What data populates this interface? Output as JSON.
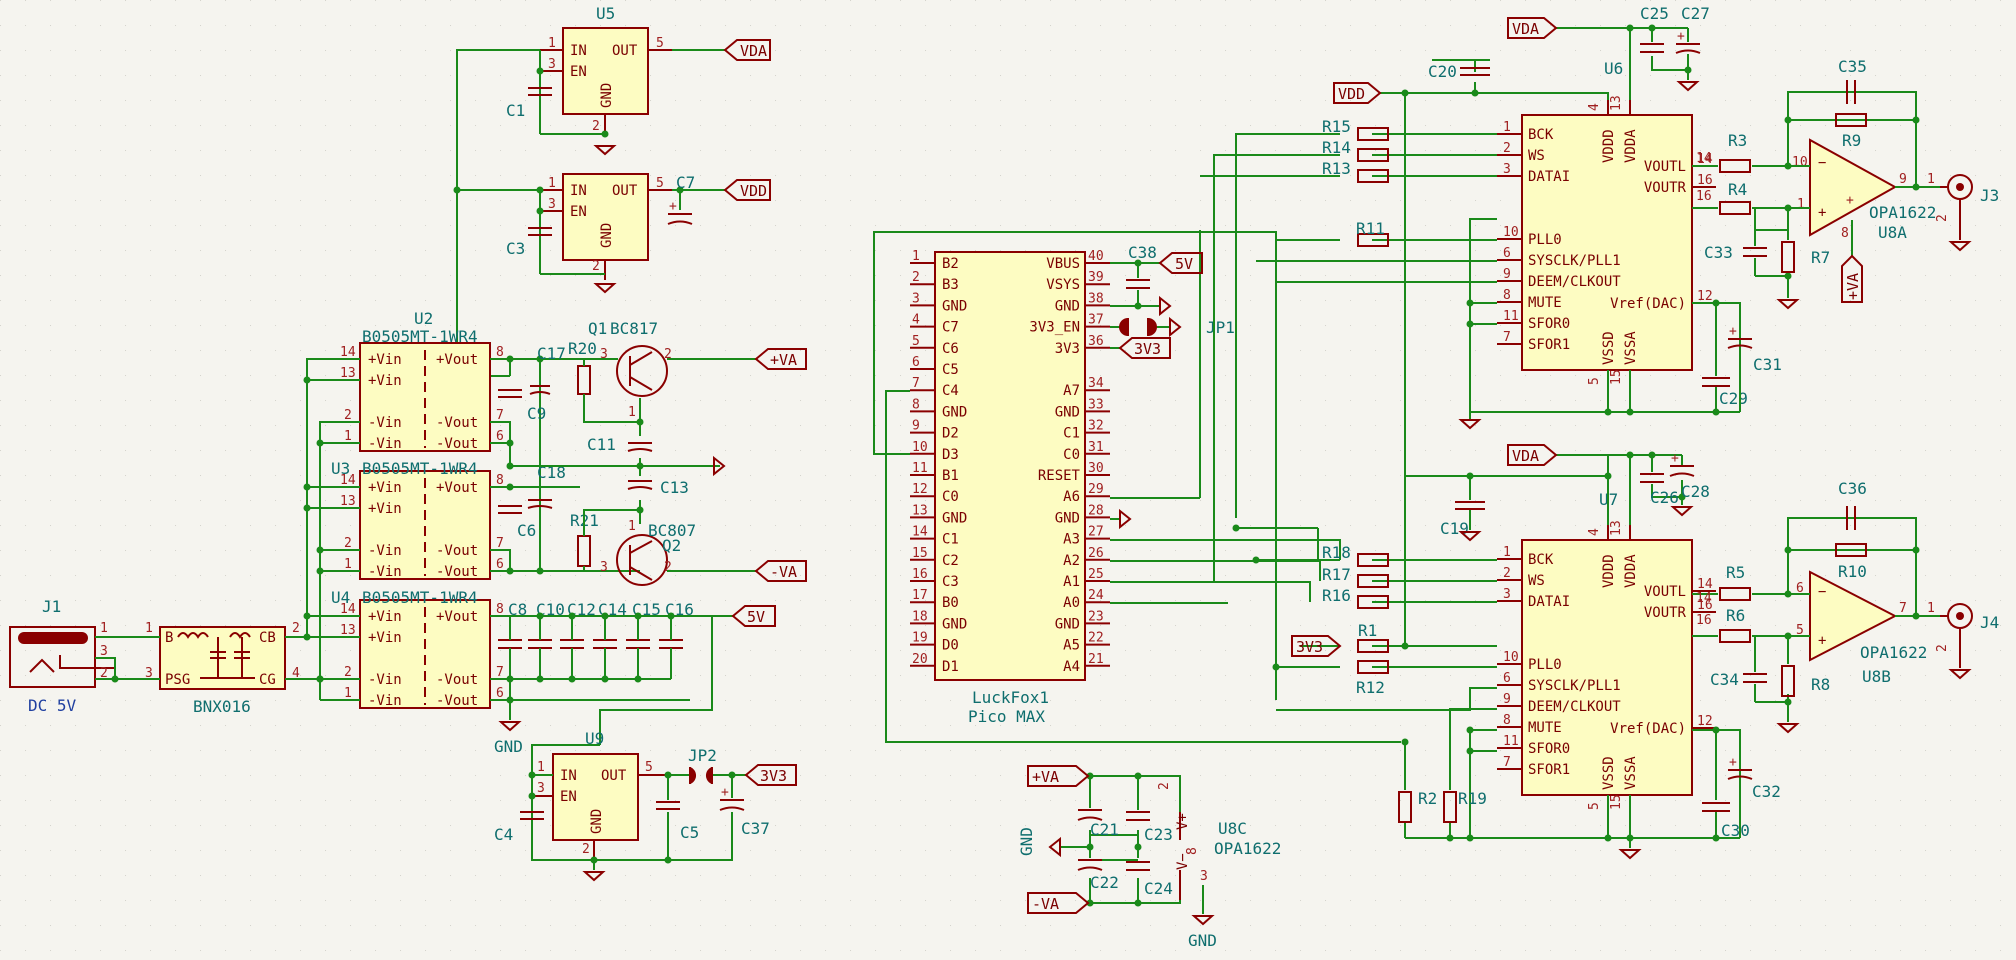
{
  "sheet": {
    "regulators": [
      {
        "ref": "U5",
        "pins": [
          "IN",
          "EN",
          "GND",
          "OUT"
        ],
        "nums": [
          "1",
          "3",
          "2",
          "5"
        ]
      },
      {
        "ref": "",
        "pins": [
          "IN",
          "EN",
          "GND",
          "OUT"
        ],
        "nums": [
          "1",
          "3",
          "2",
          "5"
        ]
      },
      {
        "ref": "U9",
        "pins": [
          "IN",
          "EN",
          "GND",
          "OUT"
        ],
        "nums": [
          "1",
          "3",
          "2",
          "5"
        ]
      }
    ],
    "isolators": [
      {
        "ref": "U2",
        "value": "B0505MT-1WR4"
      },
      {
        "ref": "U3",
        "value": "B0505MT-1WR4"
      },
      {
        "ref": "U4",
        "value": "B0505MT-1WR4"
      }
    ],
    "iso_pins": [
      "+Vin",
      "+Vin",
      "-Vin",
      "-Vin",
      "+Vout",
      "-Vout",
      "-Vout"
    ],
    "iso_nums": [
      "14",
      "13",
      "2",
      "1",
      "8",
      "7",
      "6"
    ],
    "dac_pins_left": [
      "BCK",
      "WS",
      "DATAI",
      "PLL0",
      "SYSCLK/PLL1",
      "DEEM/CLKOUT",
      "MUTE",
      "SFOR0",
      "SFOR1"
    ],
    "dac_nums_left": [
      "1",
      "2",
      "3",
      "10",
      "6",
      "9",
      "8",
      "11",
      "7"
    ],
    "dac_pins_right": [
      "VDDD",
      "VDDA",
      "VOUTL",
      "VOUTR",
      "Vref(DAC)",
      "VSSD",
      "VSSA"
    ],
    "dac_nums": [
      "4",
      "13",
      "14",
      "16",
      "12",
      "5",
      "15"
    ],
    "dacs": [
      {
        "ref": "U6"
      },
      {
        "ref": "U7"
      }
    ],
    "mcu": {
      "ref": "LuckFox1",
      "value": "Pico MAX",
      "left": [
        [
          "1",
          "B2"
        ],
        [
          "2",
          "B3"
        ],
        [
          "3",
          "GND"
        ],
        [
          "4",
          "C7"
        ],
        [
          "5",
          "C6"
        ],
        [
          "6",
          "C5"
        ],
        [
          "7",
          "C4"
        ],
        [
          "8",
          "GND"
        ],
        [
          "9",
          "D2"
        ],
        [
          "10",
          "D3"
        ],
        [
          "11",
          "B1"
        ],
        [
          "12",
          "C0"
        ],
        [
          "13",
          "GND"
        ],
        [
          "14",
          "C1"
        ],
        [
          "15",
          "C2"
        ],
        [
          "16",
          "C3"
        ],
        [
          "17",
          "B0"
        ],
        [
          "18",
          "GND"
        ],
        [
          "19",
          "D0"
        ],
        [
          "20",
          "D1"
        ]
      ],
      "right": [
        [
          "40",
          "VBUS"
        ],
        [
          "39",
          "VSYS"
        ],
        [
          "38",
          "GND"
        ],
        [
          "37",
          "3V3_EN"
        ],
        [
          "36",
          "3V3"
        ],
        [
          "34",
          "A7"
        ],
        [
          "33",
          "GND"
        ],
        [
          "32",
          "C1"
        ],
        [
          "31",
          "C0"
        ],
        [
          "30",
          "RESET"
        ],
        [
          "29",
          "A6"
        ],
        [
          "28",
          "GND"
        ],
        [
          "27",
          "A3"
        ],
        [
          "26",
          "A2"
        ],
        [
          "25",
          "A1"
        ],
        [
          "24",
          "A0"
        ],
        [
          "23",
          "GND"
        ],
        [
          "22",
          "A5"
        ],
        [
          "21",
          "A4"
        ]
      ]
    },
    "opamps": [
      {
        "ref": "U8A",
        "value": "OPA1622"
      },
      {
        "ref": "U8B",
        "value": "OPA1622"
      },
      {
        "ref": "U8C",
        "value": "OPA1622"
      }
    ],
    "power_labels": {
      "vda": "VDA",
      "vdd": "VDD",
      "pva": "+VA",
      "mva": "-VA",
      "v5": "5V",
      "v3": "3V3",
      "gnd": "GND"
    },
    "connectors": [
      {
        "ref": "J1",
        "value": "DC 5V"
      },
      {
        "ref": "J3"
      },
      {
        "ref": "J4"
      }
    ],
    "filter": {
      "value": "BNX016",
      "pins": [
        "B",
        "PSG",
        "CB",
        "CG"
      ]
    },
    "components": [
      {
        "ref": "C1"
      },
      {
        "ref": "C3"
      },
      {
        "ref": "C7"
      },
      {
        "ref": "C17"
      },
      {
        "ref": "R20"
      },
      {
        "ref": "Q1",
        "value": "BC817"
      },
      {
        "ref": "C9"
      },
      {
        "ref": "C11"
      },
      {
        "ref": "C18"
      },
      {
        "ref": "C13"
      },
      {
        "ref": "C6"
      },
      {
        "ref": "R21"
      },
      {
        "ref": "Q2",
        "value": "BC807"
      },
      {
        "ref": "C8"
      },
      {
        "ref": "C10"
      },
      {
        "ref": "C12"
      },
      {
        "ref": "C14"
      },
      {
        "ref": "C15"
      },
      {
        "ref": "C16"
      },
      {
        "ref": "C4"
      },
      {
        "ref": "C5"
      },
      {
        "ref": "C37"
      },
      {
        "ref": "JP2"
      },
      {
        "ref": "C38"
      },
      {
        "ref": "JP1"
      },
      {
        "ref": "C20"
      },
      {
        "ref": "C25"
      },
      {
        "ref": "C27"
      },
      {
        "ref": "R15"
      },
      {
        "ref": "R14"
      },
      {
        "ref": "R13"
      },
      {
        "ref": "R11"
      },
      {
        "ref": "R3"
      },
      {
        "ref": "R4"
      },
      {
        "ref": "R9"
      },
      {
        "ref": "C35"
      },
      {
        "ref": "C33"
      },
      {
        "ref": "R7"
      },
      {
        "ref": "C29"
      },
      {
        "ref": "C31"
      },
      {
        "ref": "C19"
      },
      {
        "ref": "C26"
      },
      {
        "ref": "C28"
      },
      {
        "ref": "R18"
      },
      {
        "ref": "R17"
      },
      {
        "ref": "R16"
      },
      {
        "ref": "R1"
      },
      {
        "ref": "R12"
      },
      {
        "ref": "R2"
      },
      {
        "ref": "R19"
      },
      {
        "ref": "R5"
      },
      {
        "ref": "R6"
      },
      {
        "ref": "R10"
      },
      {
        "ref": "C36"
      },
      {
        "ref": "C34"
      },
      {
        "ref": "R8"
      },
      {
        "ref": "C30"
      },
      {
        "ref": "C32"
      },
      {
        "ref": "C21"
      },
      {
        "ref": "C23"
      },
      {
        "ref": "C22"
      },
      {
        "ref": "C24"
      }
    ]
  }
}
